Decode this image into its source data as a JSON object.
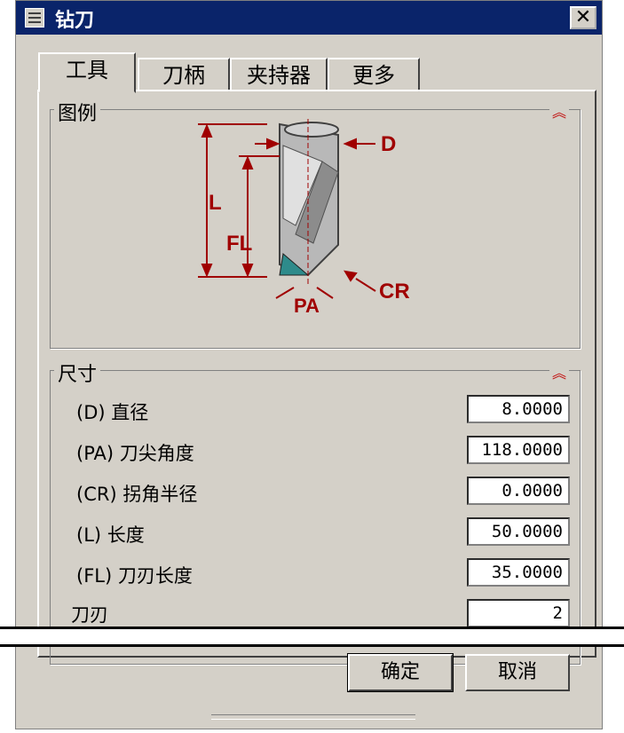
{
  "window": {
    "title": "钻刀",
    "close_label": "✕"
  },
  "tabs": [
    {
      "label": "工具"
    },
    {
      "label": "刀柄"
    },
    {
      "label": "夹持器"
    },
    {
      "label": "更多"
    }
  ],
  "legend_group": {
    "title": "图例",
    "collapse_icon": "double-chevron-up"
  },
  "diagram": {
    "labels": {
      "d": "D",
      "l": "L",
      "fl": "FL",
      "cr": "CR",
      "pa": "PA"
    }
  },
  "dimensions_group": {
    "title": "尺寸",
    "collapse_icon": "double-chevron-up"
  },
  "fields": [
    {
      "label": "(D) 直径",
      "value": "8.0000"
    },
    {
      "label": "(PA) 刀尖角度",
      "value": "118.0000"
    },
    {
      "label": "(CR) 拐角半径",
      "value": "0.0000"
    },
    {
      "label": "(L) 长度",
      "value": "50.0000"
    },
    {
      "label": "(FL) 刀刃长度",
      "value": "35.0000"
    },
    {
      "label": "刀刃",
      "value": "2"
    }
  ],
  "buttons": {
    "ok": "确定",
    "cancel": "取消"
  },
  "colors": {
    "titlebar": "#0a246a",
    "dialog": "#d4d0c8",
    "dimension_lines": "#a00000",
    "tip": "#2e8b8b"
  }
}
